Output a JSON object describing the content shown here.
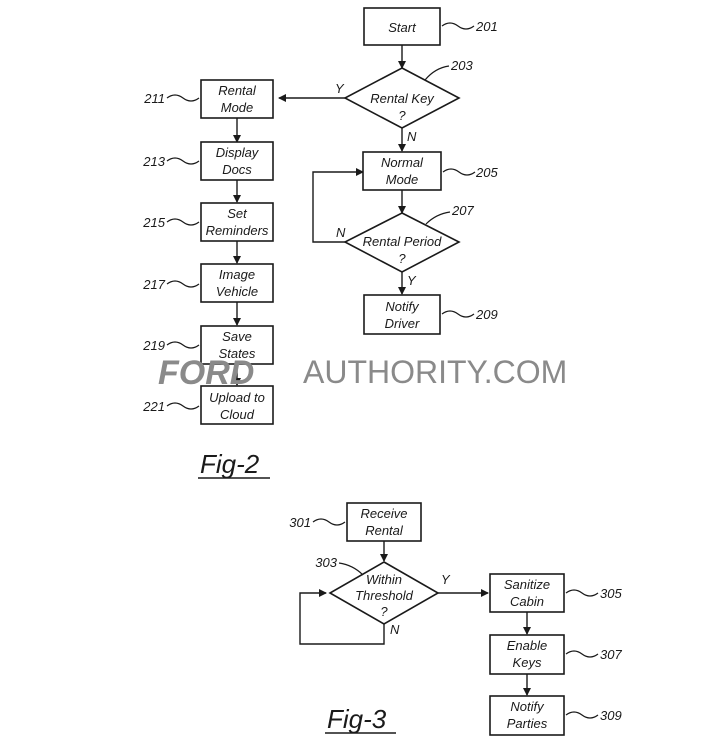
{
  "fig2": {
    "title": "Fig-2",
    "nodes": {
      "n201": {
        "lines": [
          "Start"
        ],
        "ref": "201"
      },
      "n203": {
        "lines": [
          "Rental Key",
          "?"
        ],
        "ref": "203"
      },
      "n205": {
        "lines": [
          "Normal",
          "Mode"
        ],
        "ref": "205"
      },
      "n207": {
        "lines": [
          "Rental Period",
          "?"
        ],
        "ref": "207"
      },
      "n209": {
        "lines": [
          "Notify",
          "Driver"
        ],
        "ref": "209"
      },
      "n211": {
        "lines": [
          "Rental",
          "Mode"
        ],
        "ref": "211"
      },
      "n213": {
        "lines": [
          "Display",
          "Docs"
        ],
        "ref": "213"
      },
      "n215": {
        "lines": [
          "Set",
          "Reminders"
        ],
        "ref": "215"
      },
      "n217": {
        "lines": [
          "Image",
          "Vehicle"
        ],
        "ref": "217"
      },
      "n219": {
        "lines": [
          "Save",
          "States"
        ],
        "ref": "219"
      },
      "n221": {
        "lines": [
          "Upload to",
          "Cloud"
        ],
        "ref": "221"
      }
    },
    "edge_labels": {
      "key_yes": "Y",
      "key_no": "N",
      "period_no": "N",
      "period_yes": "Y"
    }
  },
  "fig3": {
    "title": "Fig-3",
    "nodes": {
      "n301": {
        "lines": [
          "Receive",
          "Rental"
        ],
        "ref": "301"
      },
      "n303": {
        "lines": [
          "Within",
          "Threshold",
          "?"
        ],
        "ref": "303"
      },
      "n305": {
        "lines": [
          "Sanitize",
          "Cabin"
        ],
        "ref": "305"
      },
      "n307": {
        "lines": [
          "Enable",
          "Keys"
        ],
        "ref": "307"
      },
      "n309": {
        "lines": [
          "Notify",
          "Parties"
        ],
        "ref": "309"
      }
    },
    "edge_labels": {
      "threshold_yes": "Y",
      "threshold_no": "N"
    }
  },
  "watermark": {
    "brand": "FORD",
    "suffix": "AUTHORITY.COM"
  }
}
